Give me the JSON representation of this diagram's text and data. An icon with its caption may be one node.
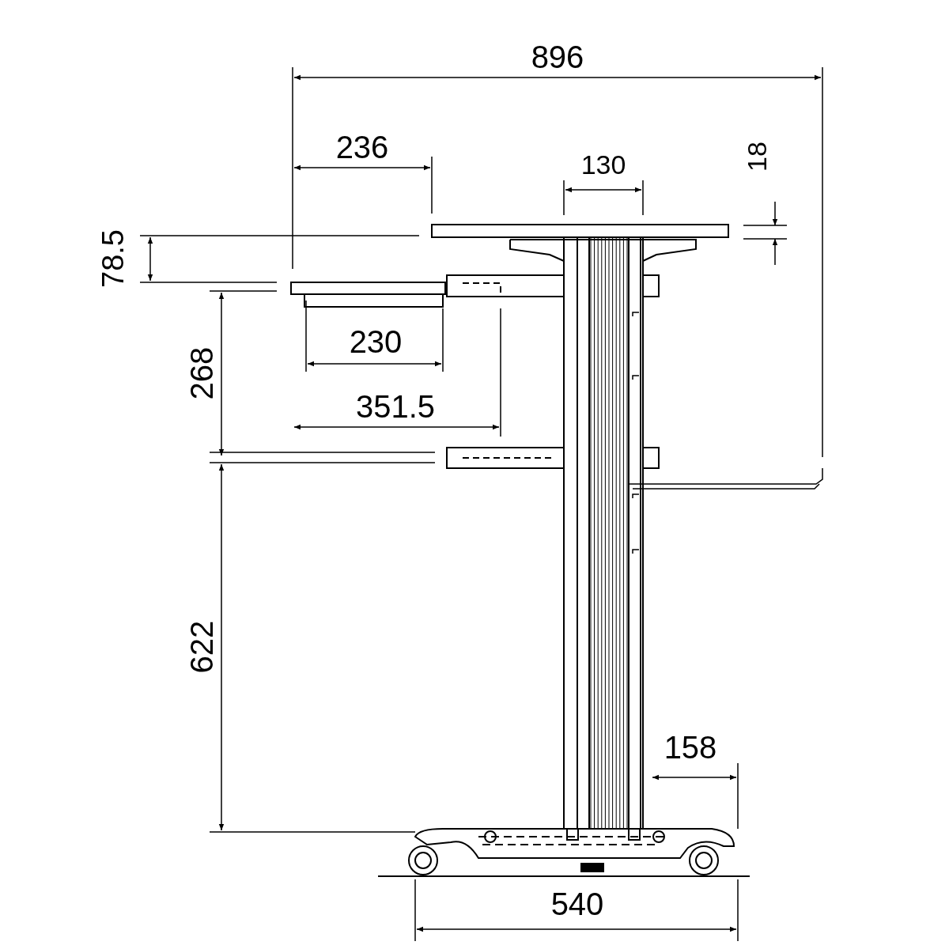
{
  "diagram": {
    "labels": [
      "896",
      "236",
      "130",
      "18",
      "78.5",
      "230",
      "268",
      "351.5",
      "622",
      "158",
      "540"
    ]
  }
}
